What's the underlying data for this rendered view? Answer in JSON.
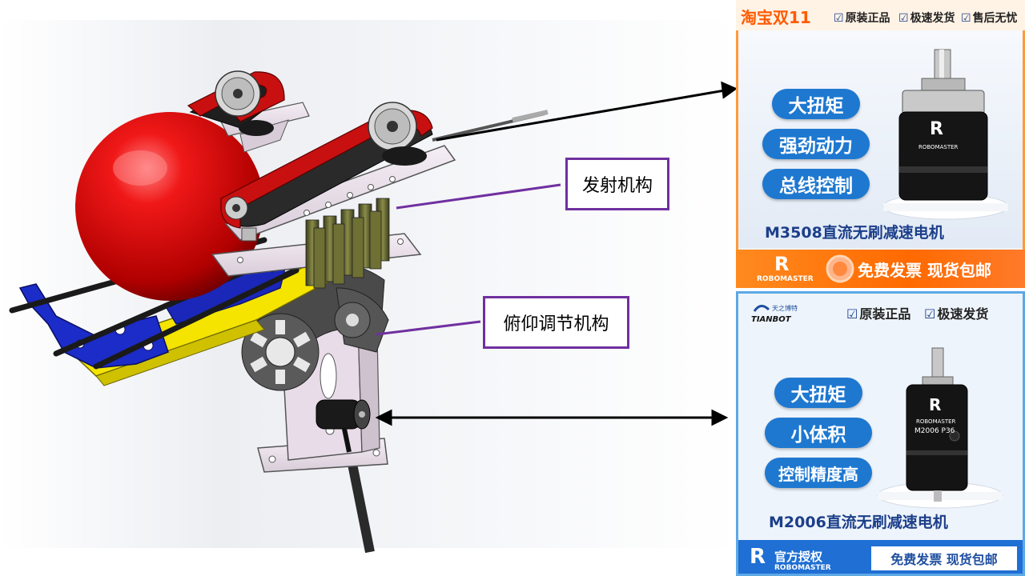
{
  "diagram": {
    "label_launch": "发射机构",
    "label_pitch": "俯仰调节机构"
  },
  "ad_m3508": {
    "platform": "淘宝双11",
    "badges": [
      "原装正品",
      "极速发货",
      "售后无忧"
    ],
    "features": [
      "大扭矩",
      "强劲动力",
      "总线控制"
    ],
    "motor_brand": "ROBOMASTER",
    "model_title": "M3508直流无刷减速电机",
    "footer_logo": "ROBOMASTER",
    "footer_cta": "免费发票 现货包邮"
  },
  "ad_m2006": {
    "vendor": "TIANBOT",
    "vendor_cn": "天之博特",
    "badges": [
      "原装正品",
      "极速发货"
    ],
    "features": [
      "大扭矩",
      "小体积",
      "控制精度高"
    ],
    "motor_label": "M2006 P36",
    "motor_brand": "ROBOMASTER",
    "model_title": "M2006直流无刷减速电机",
    "footer_auth": "官方授权",
    "footer_logo": "ROBOMASTER",
    "footer_cta": "免费发票 现货包邮"
  },
  "colors": {
    "label_border": "#7030a0",
    "pill_blue": "#1e78d0",
    "model_blue": "#1c3f8a",
    "ball_red": "#e01010",
    "taobao_orange": "#ff5a00"
  }
}
